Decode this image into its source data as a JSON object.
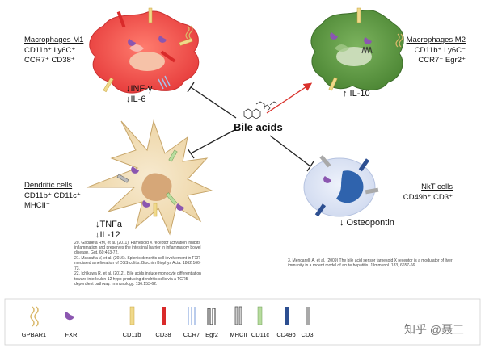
{
  "center_label": "Bile acids",
  "cells": {
    "macrophage_m1": {
      "title": "Macrophages M1",
      "markers1": "CD11b⁺ Ly6C⁺",
      "markers2": "CCR7⁺ CD38⁺",
      "effect1": "↓INF-γ",
      "effect2": "↓IL-6"
    },
    "macrophage_m2": {
      "title": "Macrophages M2",
      "markers1": "CD11b⁺ Ly6C⁻",
      "markers2": "CCR7⁻ Egr2⁺",
      "effect1": "↑ IL-10"
    },
    "dendritic": {
      "title": "Dendritic cells",
      "markers1": "CD11b⁺ CD11c⁺",
      "markers2": "MHCII⁺",
      "effect1": "↓TNFa",
      "effect2": "↓IL-12"
    },
    "nkt": {
      "title": "NkT cells",
      "markers1": "CD49b⁺ CD3⁺",
      "effect1": "↓ Osteopontin"
    }
  },
  "references_left": [
    "20. Gadaleta RM, et al. (2011). Farnesoid X receptor activation inhibits inflammation and preserves the intestinal barrier in inflammatory bowel disease. Gut. 60:463-72.",
    "21. Massafra V, et al. (2016). Splenic dendritic cell involvement in FXR-mediated amelioration of DSS colitis. Biochim Biophys Acta. 1862:166-73.",
    "22. Ichikawa R, et al. (2012). Bile acids induce monocyte differentiation toward interleukin-12 hypo-producing dendritic cells via a TGR5-dependent pathway. Immunology. 136:153-62."
  ],
  "references_right": [
    "3. Mencarelli A, et al. (2009) The bile acid sensor farnesoid X receptor is a modulator of liver immunity in a rodent model of acute hepatitis. J Immunol. 183, 6657-66."
  ],
  "legend": [
    {
      "label": "GPBAR1",
      "icon": "gpbar1-receptor-icon"
    },
    {
      "label": "FXR",
      "icon": "fxr-receptor-icon"
    },
    {
      "label": "CD11b",
      "icon": "cd11b-marker-icon"
    },
    {
      "label": "CD38",
      "icon": "cd38-marker-icon"
    },
    {
      "label": "CCR7",
      "icon": "ccr7-marker-icon"
    },
    {
      "label": "Egr2",
      "icon": "egr2-marker-icon"
    },
    {
      "label": "MHCII",
      "icon": "mhcii-marker-icon"
    },
    {
      "label": "CD11c",
      "icon": "cd11c-marker-icon"
    },
    {
      "label": "CD49b",
      "icon": "cd49b-marker-icon"
    },
    {
      "label": "CD3",
      "icon": "cd3-marker-icon"
    }
  ],
  "watermark": "知乎 @聂三",
  "colors": {
    "m1_cell": "#f04a4a",
    "m1_nucleus": "#f6c2a8",
    "m2_cell": "#5f9a45",
    "m2_nucleus": "#c9dcb8",
    "dendritic_cell": "#f2dfb4",
    "dendritic_nucleus": "#d6a778",
    "nkt_cell": "#dfe6f5",
    "nkt_nucleus": "#2f63ad",
    "fxr": "#8b56b0",
    "cd11b": "#f0d98a",
    "cd38": "#d92a2a",
    "ccr7": "#a9c0e8",
    "egr2": "#333333",
    "cd11c": "#b7dc9e",
    "cd49b": "#2d4f91",
    "cd3": "#a9a9a9",
    "activation_arrow": "#d9322c",
    "inhibition_line": "#222222"
  }
}
